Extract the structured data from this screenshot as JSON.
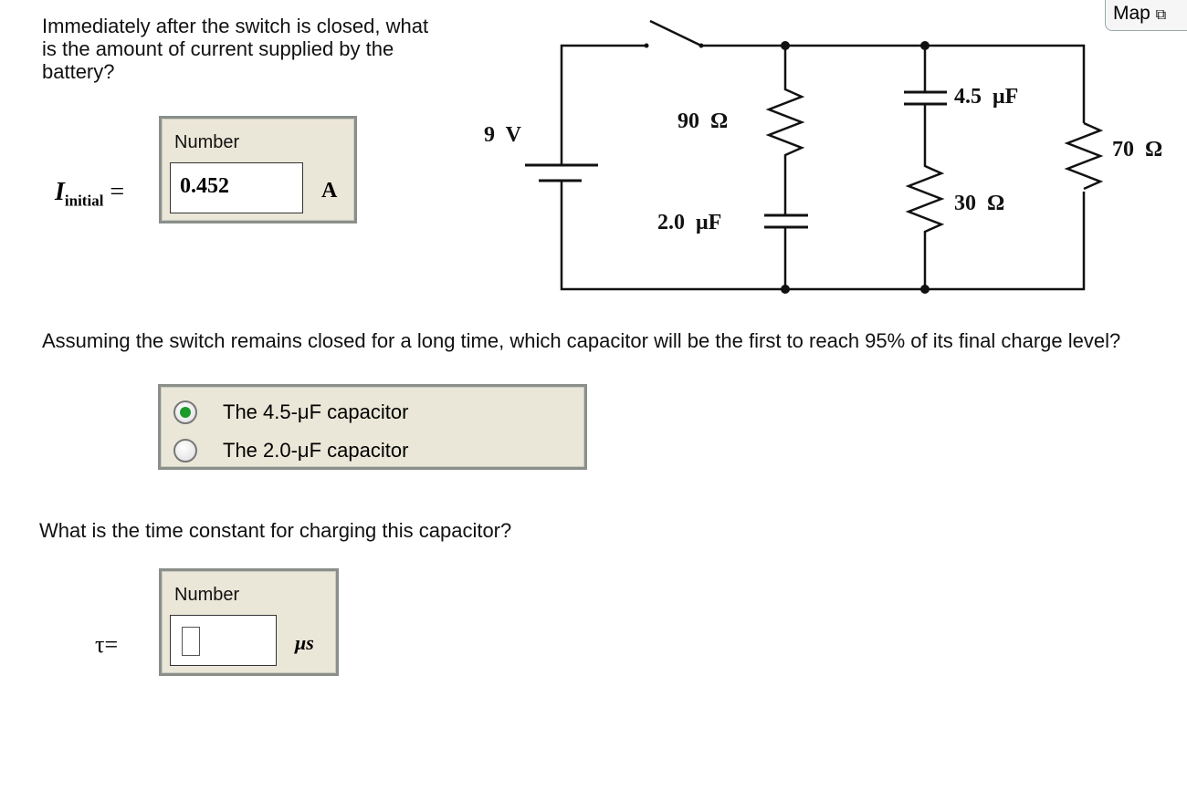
{
  "map_button": {
    "label": "Map",
    "icon": "sitemap-icon"
  },
  "q1": {
    "text": "Immediately after the switch is closed, what is the amount of current supplied by the battery?",
    "field_label": "Number",
    "variable": "I",
    "subscript": "initial",
    "equals": "=",
    "value": "0.452",
    "unit": "A"
  },
  "circuit": {
    "battery": "9  V",
    "r1": "90  Ω",
    "c1": "2.0  μF",
    "c2": "4.5  μF",
    "r2": "30  Ω",
    "r3": "70  Ω"
  },
  "q2": {
    "text": "Assuming the switch remains closed for a long time, which capacitor will be the first to reach 95% of its final charge level?",
    "options": [
      {
        "label": "The 4.5-μF capacitor",
        "selected": true
      },
      {
        "label": "The 2.0-μF capacitor",
        "selected": false
      }
    ]
  },
  "q3": {
    "text": "What is the time constant for charging this capacitor?",
    "field_label": "Number",
    "variable": "τ=",
    "value": "",
    "unit": "μs"
  }
}
